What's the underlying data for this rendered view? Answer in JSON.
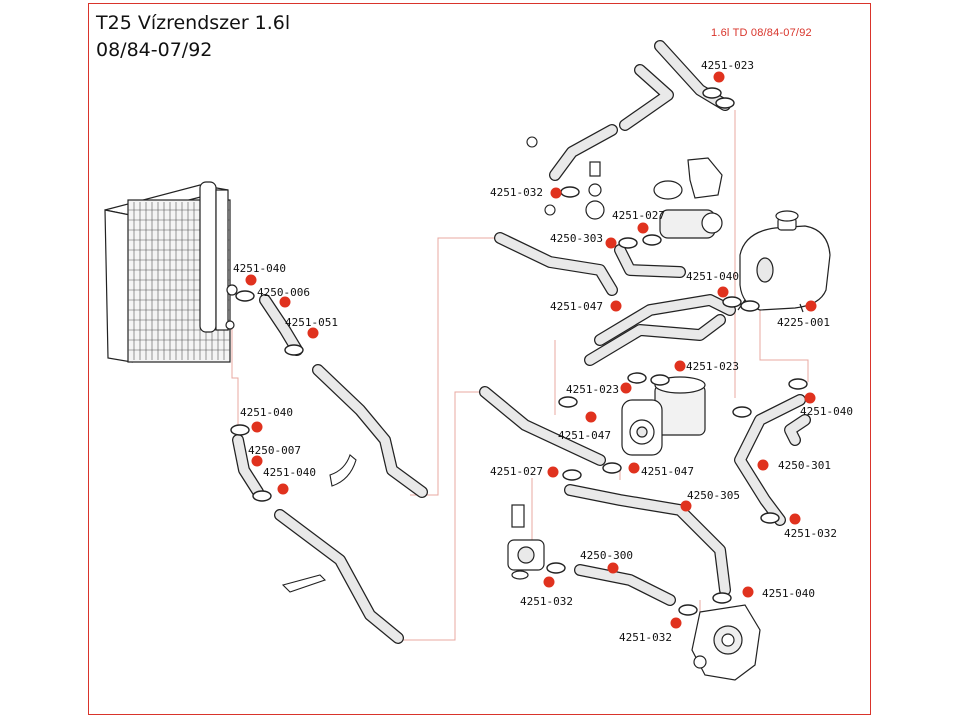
{
  "header": {
    "title": "T25 Vízrendszer  1.6l",
    "subtitle": "08/84-07/92",
    "variant": "1.6l TD 08/84-07/92"
  },
  "colors": {
    "frame": "#d9342b",
    "dot": "#e0321e",
    "variant_text": "#d9342b",
    "hose_fill": "#e9e9e9",
    "line": "#222222",
    "leader": "#e8a8a0"
  },
  "parts": [
    {
      "code": "4251-023"
    },
    {
      "code": "4251-032"
    },
    {
      "code": "4251-027"
    },
    {
      "code": "4250-303"
    },
    {
      "code": "4251-040"
    },
    {
      "code": "4251-047"
    },
    {
      "code": "4225-001"
    },
    {
      "code": "4251-040"
    },
    {
      "code": "4250-006"
    },
    {
      "code": "4251-051"
    },
    {
      "code": "4251-023"
    },
    {
      "code": "4251-023"
    },
    {
      "code": "4251-040"
    },
    {
      "code": "4251-047"
    },
    {
      "code": "4251-040"
    },
    {
      "code": "4250-007"
    },
    {
      "code": "4251-040"
    },
    {
      "code": "4251-027"
    },
    {
      "code": "4251-047"
    },
    {
      "code": "4250-301"
    },
    {
      "code": "4250-305"
    },
    {
      "code": "4251-032"
    },
    {
      "code": "4250-300"
    },
    {
      "code": "4251-032"
    },
    {
      "code": "4251-040"
    },
    {
      "code": "4251-032"
    }
  ]
}
